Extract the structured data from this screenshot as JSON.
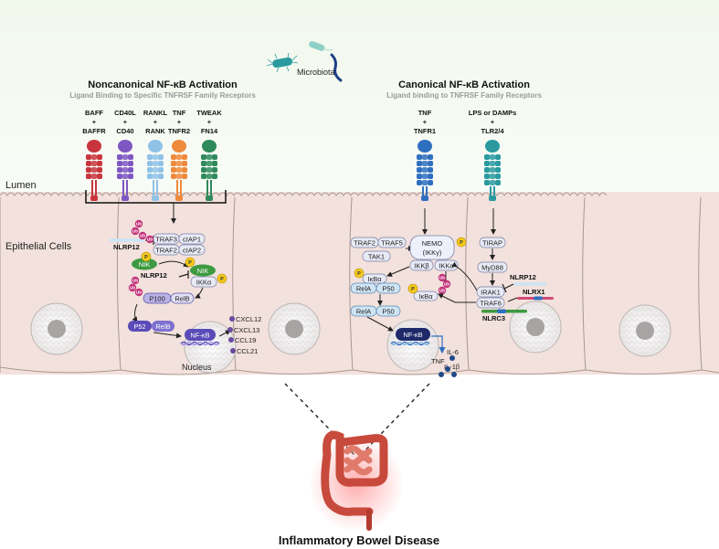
{
  "figure": {
    "microbiota_label": "Microbiota",
    "noncanonical": {
      "title": "Noncanonical NF-κB Activation",
      "subtitle": "Ligand Binding to Specific TNFRSF Family Receptors",
      "receptors": [
        {
          "ligand": "BAFF",
          "plus": "+",
          "receptor": "BAFFR",
          "color": "#c8353d"
        },
        {
          "ligand": "CD40L",
          "plus": "+",
          "receptor": "CD40",
          "color": "#7e57c2"
        },
        {
          "ligand": "RANKL",
          "plus": "+",
          "receptor": "RANK",
          "color": "#90c2e8"
        },
        {
          "ligand": "TNF",
          "plus": "+",
          "receptor": "TNFR2",
          "color": "#ef8a3c"
        },
        {
          "ligand": "TWEAK",
          "plus": "+",
          "receptor": "FN14",
          "color": "#2f8a5c"
        }
      ]
    },
    "canonical": {
      "title": "Canonical NF-κB Activation",
      "subtitle": "Ligand binding to TNFRSF Family Receptors",
      "receptors": [
        {
          "ligand": "TNF",
          "plus": "+",
          "receptor": "TNFR1",
          "color": "#2f6fc0"
        },
        {
          "ligand": "LPS or DAMPs",
          "plus": "+",
          "receptor": "TLR2/4",
          "color": "#2a9aa0"
        }
      ]
    },
    "regions": {
      "lumen": "Lumen",
      "epithelial": "Epithelial Cells",
      "nucleus": "Nucleus"
    },
    "noncanonical_molecules": {
      "nlrp12_top": "NLRP12",
      "traf3": "TRAF3",
      "ciap1": "cIAP1",
      "traf2": "TRAF2",
      "ciap2": "cIAP2",
      "nik1": "NIK",
      "nik2": "NIK",
      "nlrp12_mid": "NLRP12",
      "ikka": "IKKα",
      "p100": "P100",
      "relb": "RelB",
      "p52": "P52",
      "relb2": "RelB",
      "nfkb": "NF-κB",
      "cytokines": [
        "CXCL12",
        "CXCL13",
        "CCL19",
        "CCL21"
      ]
    },
    "canonical_molecules": {
      "traf2": "TRAF2",
      "traf5": "TRAF5",
      "tak1": "TAK1",
      "nemo": "NEMO",
      "ikkg": "(IKKγ)",
      "ikkb": "IKKβ",
      "ikka": "IKKα",
      "ikba1": "IκBα",
      "rela1": "RelA",
      "p50_1": "P50",
      "ikba2": "IκBα",
      "rela2": "RelA",
      "p50_2": "P50",
      "nfkb": "NF-κB",
      "tirap": "TIRAP",
      "myd88": "MyD88",
      "nlrp12": "NLRP12",
      "irak1": "IRAK1",
      "nlrx1": "NLRX1",
      "traf6": "TRAF6",
      "nlrc3": "NLRC3",
      "il6": "IL-6",
      "tnf": "TNF",
      "il1b": "IL-1β"
    },
    "marks": {
      "ub": "Ub",
      "p": "P"
    },
    "disease": "Inflammatory Bowel Disease"
  }
}
